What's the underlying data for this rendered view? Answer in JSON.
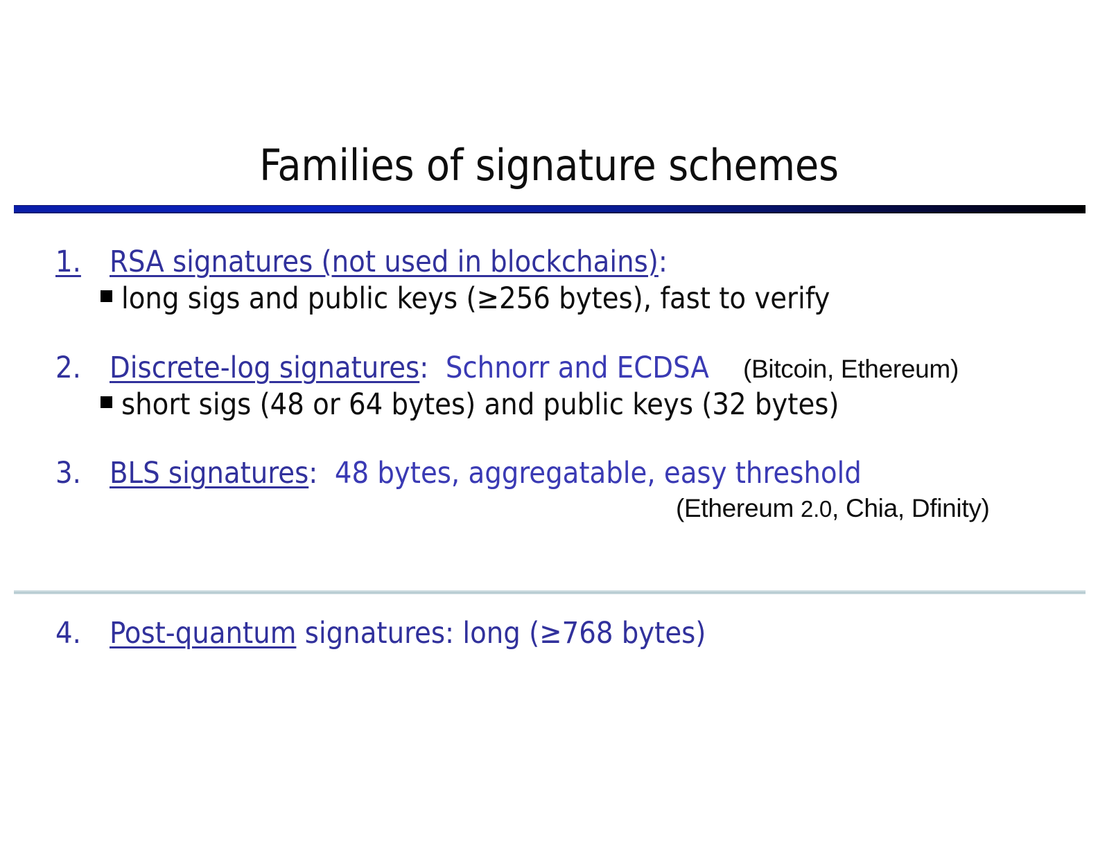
{
  "slide": {
    "title": "Families of signature schemes",
    "accent_blue": "#31319c",
    "accent_blue_mid": "#3a3ab4",
    "rule_blue": "#0a22c0",
    "rule_black": "#000000",
    "separator_gray": "#b9cdd3",
    "text_black": "#0d0d0d",
    "background": "#ffffff"
  },
  "items": [
    {
      "number": "1.",
      "heading": "RSA signatures (not used in blockchains)",
      "colon": ":",
      "sub_bullets": [
        {
          "bullet": "square-bullet",
          "text": "long sigs and public keys (≥256 bytes),    fast to verify"
        }
      ],
      "annotation": ""
    },
    {
      "number": "2.",
      "heading": "Discrete-log signatures",
      "colon": ":",
      "rest": "Schnorr and  ECDSA",
      "annotation": "(Bitcoin, Ethereum)",
      "sub_bullets": [
        {
          "bullet": "square-bullet",
          "text": "short sigs (48 or 64 bytes) and public keys (32 bytes)"
        }
      ]
    },
    {
      "number": "3.",
      "heading": "BLS signatures",
      "colon": ":",
      "rest": "48 bytes,   aggregatable,   easy threshold",
      "annotation_prefix": "(Ethereum ",
      "annotation_version": "2.0",
      "annotation_suffix": ", Chia, Dfinity)",
      "sub_bullets": []
    },
    {
      "number": "4.",
      "heading": "Post-quantum",
      "rest": " signatures:    long  (≥768 bytes)",
      "sub_bullets": []
    }
  ]
}
